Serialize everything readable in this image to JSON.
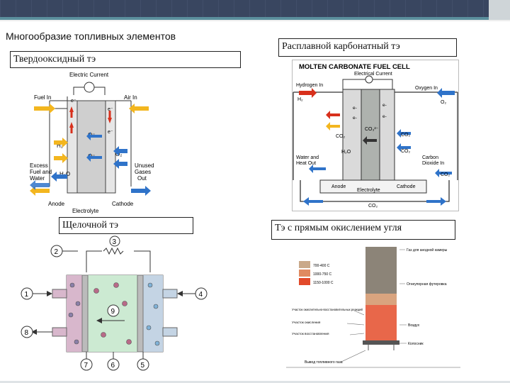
{
  "slide": {
    "title": "Многообразие топливных элементов",
    "labels": {
      "sofc": "Твердооксидный тэ",
      "mcfc": "Расплавной карбонатный тэ",
      "alkaline": "Щелочной тэ",
      "coal": "Тэ с прямым окислением угля"
    }
  },
  "sofc_diagram": {
    "electric_current": "Electric Current",
    "fuel_in": "Fuel In",
    "air_in": "Air In",
    "e": "e⁻",
    "o_ion": "O⁻",
    "h2": "H₂",
    "o2": "O₂",
    "h2o": "H₂O",
    "excess_fuel": [
      "Excess",
      "Fuel and",
      "Water"
    ],
    "unused_gases": [
      "Unused",
      "Gases",
      "Out"
    ],
    "anode": "Anode",
    "cathode": "Cathode",
    "electrolyte": "Electrolyte"
  },
  "mcfc_diagram": {
    "title": "MOLTEN CARBONATE FUEL CELL",
    "electrical_current": "Electrical Current",
    "hydrogen_in": "Hydrogen In",
    "oxygen_in": "Oxygen In",
    "h2": "H₂",
    "o2": "O₂",
    "co2": "CO₂",
    "co3": "CO₃²⁻",
    "h2o": "H₂O",
    "water_heat": [
      "Water and",
      "Heat Out"
    ],
    "carbon_dioxide": [
      "Carbon",
      "Dioxide In"
    ],
    "anode": "Anode",
    "cathode": "Cathode",
    "electrolyte": "Electrolyte",
    "e": "e-"
  },
  "alkaline_diagram": {
    "numbers": [
      "1",
      "2",
      "3",
      "4",
      "5",
      "6",
      "7",
      "8",
      "9"
    ]
  },
  "coal_diagram": {
    "legend": [
      "700-400 C",
      "1000-750 C",
      "1150-1000 C"
    ],
    "legend_colors": [
      "#c9a98a",
      "#e08a60",
      "#e24a2a"
    ],
    "annotations_right": [
      "Газ для анодной камеры",
      "Огнеупорная футеровка",
      "Воздух",
      "Колосник"
    ],
    "annotations_left": [
      "Участок окислительно-восстановительных реакций",
      "Участок окисления",
      "Участок восстановления"
    ],
    "bottom_note": "Вывод топливного газа"
  },
  "colors": {
    "topbar": "#394660",
    "topbar_accent": "#5b8f9d",
    "arrow_red": "#d8301c",
    "arrow_yellow": "#f3b61f",
    "arrow_blue": "#2f73c9"
  }
}
